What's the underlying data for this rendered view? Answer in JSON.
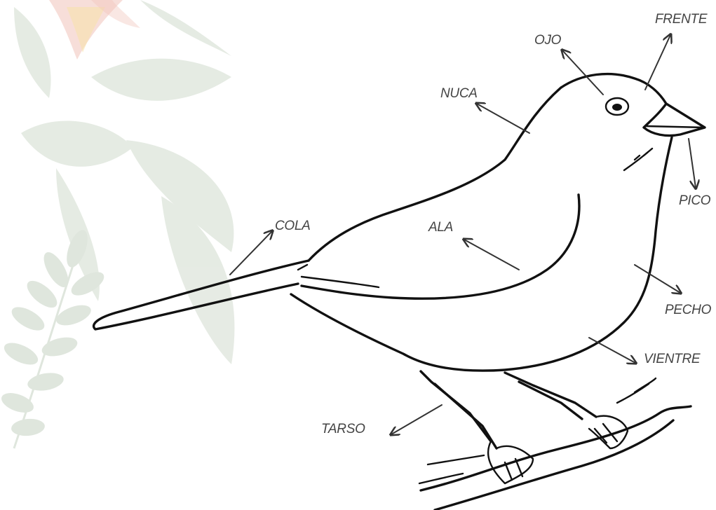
{
  "colors": {
    "line": "#111111",
    "label": "#444444",
    "arrow": "#333333",
    "foliage": "#b9c9b5",
    "flower_red": "#e07a66",
    "flower_yellow": "#f0c24a"
  },
  "labels": {
    "frente": "FRENTE",
    "ojo": "OJO",
    "nuca": "NUCA",
    "pico": "PICO",
    "cola": "COLA",
    "ala": "ALA",
    "pecho": "PECHO",
    "vientre": "VIENTRE",
    "tarso": "TARSO"
  }
}
